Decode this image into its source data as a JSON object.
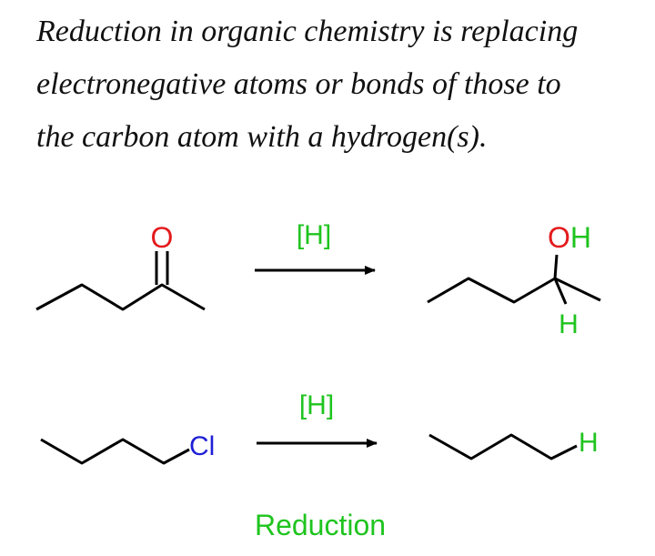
{
  "intro": {
    "line1": "Reduction in organic chemistry is replacing",
    "line2": "electronegative atoms or bonds of those to",
    "line3": "the carbon atom with a hydrogen(s)."
  },
  "reaction1": {
    "reactant_heteroatom": "O",
    "reagent": "[H]",
    "product_group": "OH",
    "product_hydrogen": "H"
  },
  "reaction2": {
    "reactant_heteroatom": "Cl",
    "reagent": "[H]",
    "product_hydrogen": "H"
  },
  "caption": "Reduction",
  "colors": {
    "oxygen": "#e41a1c",
    "chlorine": "#1f1fd6",
    "hydrogen": "#1fc41f",
    "bond": "#000000"
  }
}
